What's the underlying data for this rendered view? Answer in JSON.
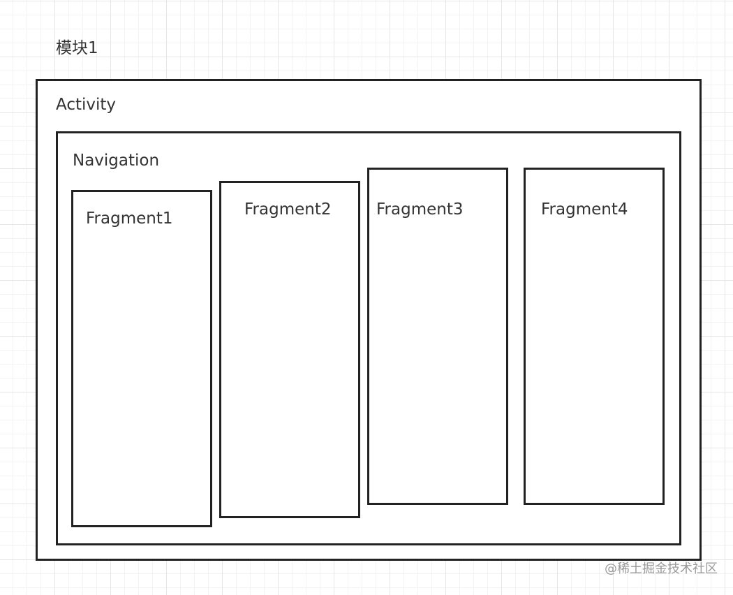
{
  "module_label": "模块1",
  "activity": {
    "label": "Activity"
  },
  "navigation": {
    "label": "Navigation"
  },
  "fragments": [
    {
      "label": "Fragment1"
    },
    {
      "label": "Fragment2"
    },
    {
      "label": "Fragment3"
    },
    {
      "label": "Fragment4"
    }
  ],
  "watermark": "@稀土掘金技术社区"
}
